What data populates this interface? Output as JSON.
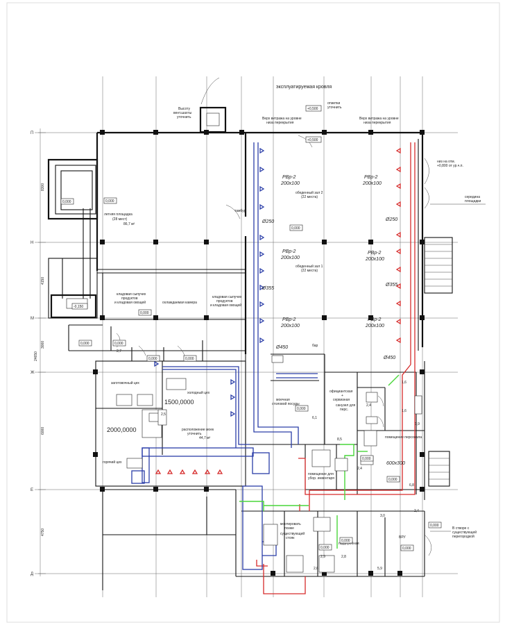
{
  "drawing": {
    "top_note": "эксплуатируемая кровля",
    "notes": {
      "vent_shaft_height": [
        "Высоту",
        "вент.шахты",
        "уточнить"
      ],
      "elevation_clarify": [
        "отметки",
        "уточнить"
      ],
      "glazing_top_left": [
        "Верх витража на уровне",
        "низа перекрытия"
      ],
      "glazing_top_right": [
        "Верх витража на уровне",
        "низа перекрытия"
      ],
      "floor_right": [
        "низ на отм.",
        "+0,800 от ур.ч.п."
      ],
      "platform_middle": [
        "середина",
        "площадки"
      ],
      "existing_floor": [
        "В створе с",
        "существующей",
        "перегородкой"
      ],
      "mount_later": [
        "монтировать",
        "позже"
      ],
      "existing_riser": [
        "существующий",
        "стояк"
      ]
    },
    "grid_axes": [
      "П",
      "Н",
      "М",
      "Ж",
      "Е",
      "Д"
    ],
    "dims_vertical": [
      "8300",
      "4150",
      "3000",
      "24650",
      "6000",
      "4750"
    ],
    "elev": "0,000",
    "elev_alt": "-0,150",
    "elev_50": "+0,500",
    "elev_50b": "+0,500",
    "rooms": {
      "summer_terrace": [
        "летняя площадка",
        "(28 мест)"
      ],
      "summer_terrace_area": "86,7 м²",
      "dining_2": [
        "обеденный зал 2",
        "(22 места)"
      ],
      "dining_1": [
        "обеденный зал 1",
        "(22 места)"
      ],
      "vestibule": "тамбур",
      "storage_left": [
        "кладовая сыпучих",
        "продуктов",
        "и кладовая овощей"
      ],
      "cooled_chamber": "охлаждаемая камера",
      "storage_right": [
        "кладовая сыпучих",
        "продуктов",
        "и кладовая овощей"
      ],
      "bar": "бар",
      "prep_shop": "заготовочный цех",
      "cold_shop": "холодный цех",
      "wash_area": [
        "расположение моек",
        "уточнить"
      ],
      "wash_area_size": "44,7 м²",
      "hot_shop": "горячий цех",
      "dish_wash": [
        "моечная",
        "столовой посуды"
      ],
      "waiter_room": [
        "официантская",
        "+",
        "сервизная"
      ],
      "staff_wc": [
        "санузел для",
        "перс."
      ],
      "staff_room": "помещение персонала",
      "inventory_room": [
        "помещение для",
        "убор. инвентаря"
      ],
      "wardrobe": "гардеробная",
      "vru": "ВРУ"
    },
    "ducts": {
      "grille": "РВр-2",
      "grille_size": "200х100",
      "d250": "Ø250",
      "d355": "Ø355",
      "d450": "Ø450",
      "rect": "600х300"
    },
    "equipment": {
      "e1500": "1500,0000",
      "e2000": "2000,0000"
    },
    "small_dims": [
      "2,7",
      "2,5",
      "1,6",
      "1,6",
      "1,9",
      "8,5",
      "6,1",
      "2,4",
      "2,4",
      "6,8",
      "2,4",
      "2,9",
      "2,8",
      "5,9",
      "2,6",
      "3,0"
    ]
  }
}
